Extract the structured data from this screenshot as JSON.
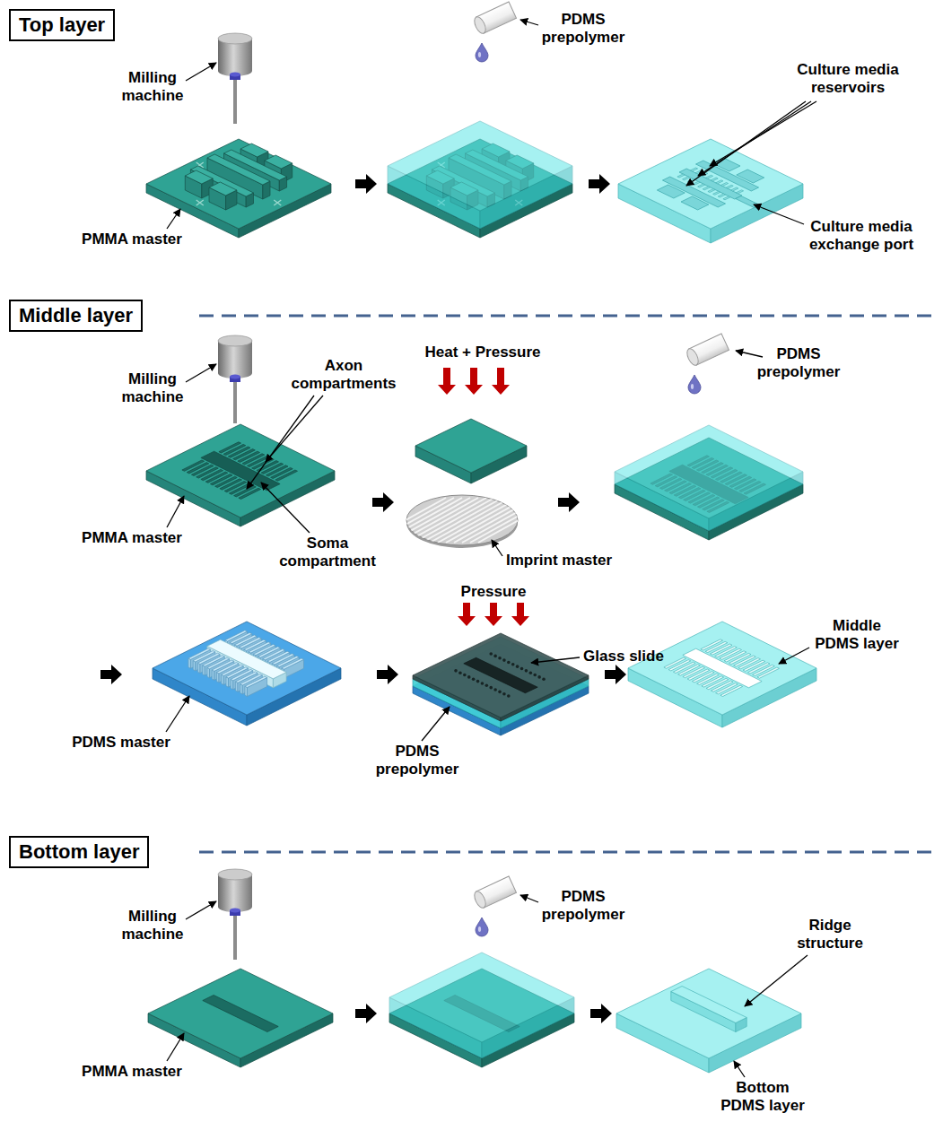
{
  "diagram": {
    "nodes": [
      {
        "text": [
          "Top layer"
        ]
      },
      {
        "text": [
          "Middle layer"
        ]
      },
      {
        "text": [
          "Bottom layer"
        ]
      }
    ],
    "labels": [
      "Milling machine",
      "PDMS prepolymer",
      "Culture media reservoirs",
      "PMMA master",
      "Culture media exchange port",
      "Milling machine",
      "Axon compartments",
      "Heat + Pressure",
      "PDMS prepolymer",
      "PMMA master",
      "Soma compartment",
      "Imprint master",
      "Pressure",
      "Glass slide",
      "Middle PDMS layer",
      "PDMS master",
      "PDMS prepolymer",
      "Milling machine",
      "PDMS prepolymer",
      "Ridge structure",
      "PMMA master",
      "Bottom PDMS layer"
    ]
  }
}
